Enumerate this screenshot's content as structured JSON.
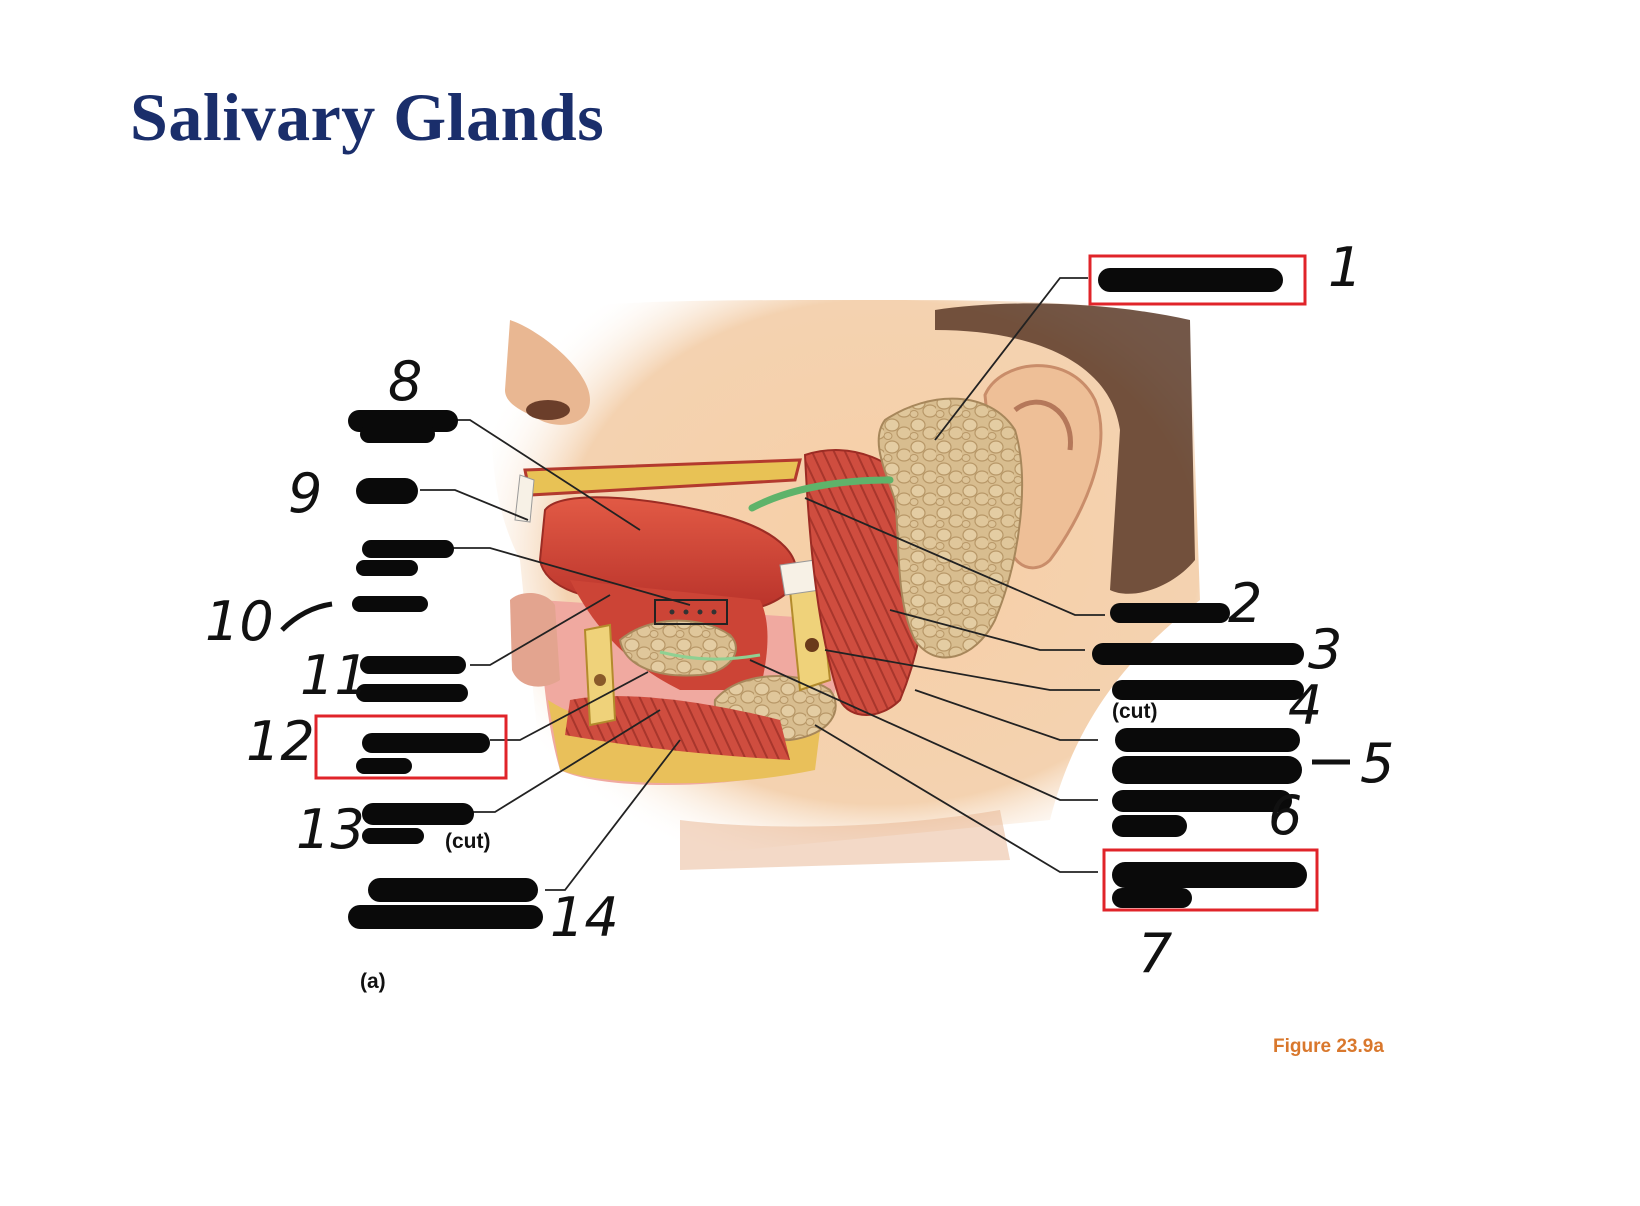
{
  "title": "Salivary Glands",
  "figure_caption": "Figure 23.9a",
  "panel_letter": "(a)",
  "partial_label_text": {
    "cut_4": "(cut)",
    "cut_13": "(cut)"
  },
  "numbers": [
    "1",
    "2",
    "3",
    "4",
    "5",
    "6",
    "7",
    "8",
    "9",
    "10",
    "11",
    "12",
    "13",
    "14"
  ],
  "colors": {
    "title": "#1a2e6b",
    "caption": "#d9782d",
    "highlight_box": "#e0242a",
    "redaction": "#0a0a0a",
    "gland": "#d6b98a",
    "muscle": "#c9463a",
    "skin": "#f3c9a1"
  },
  "highlighted_labels": [
    "1",
    "7",
    "12"
  ]
}
